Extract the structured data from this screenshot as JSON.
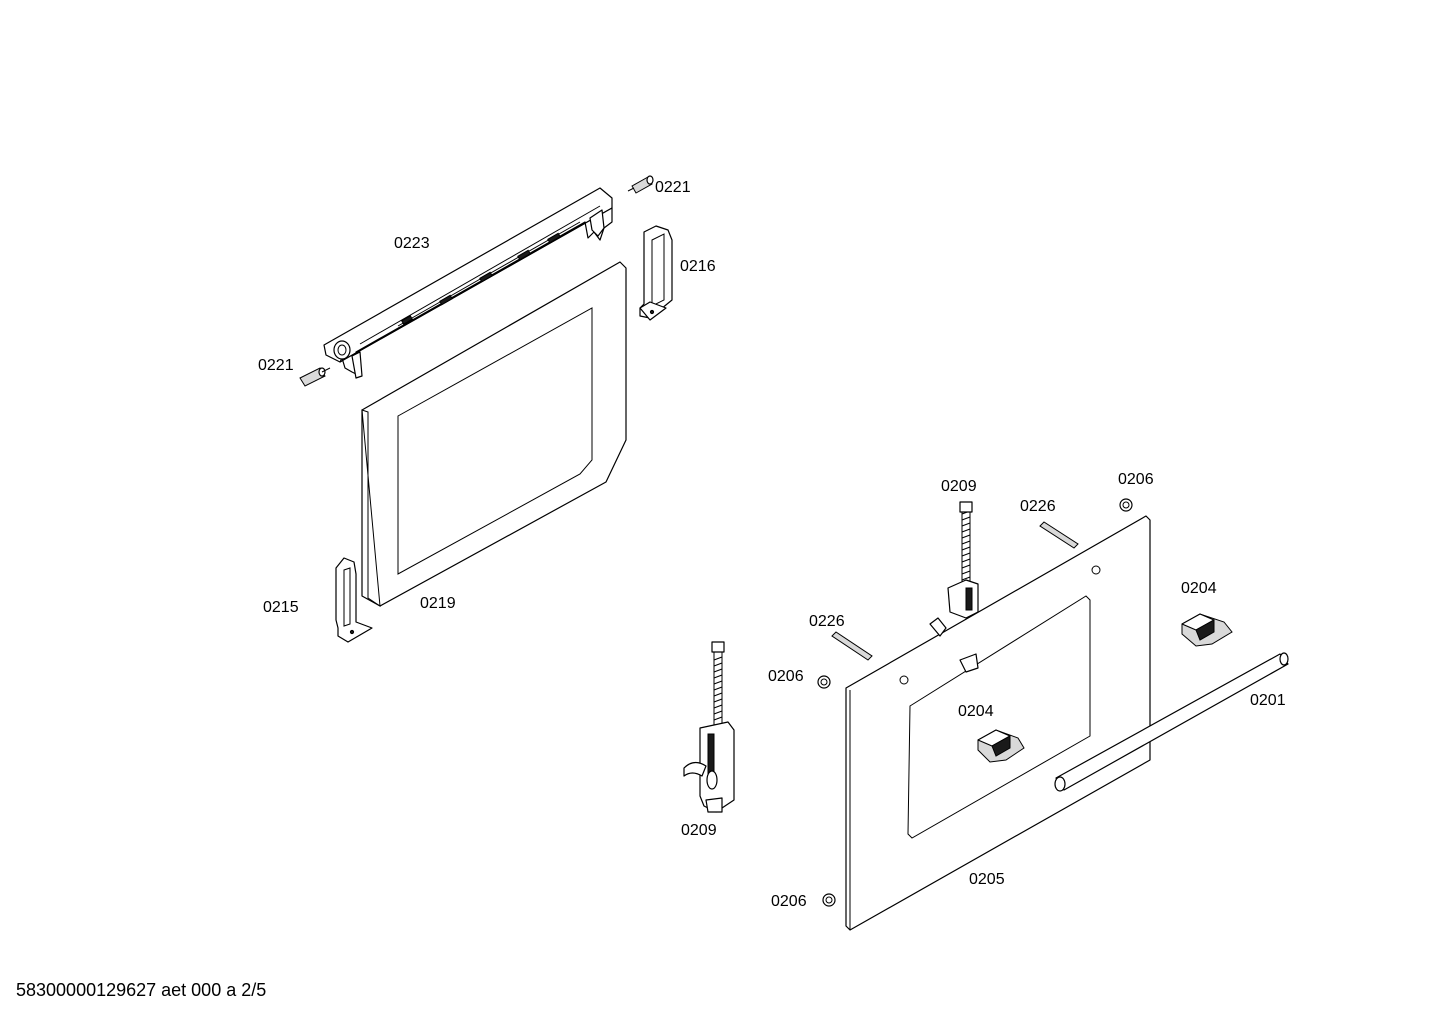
{
  "footer": {
    "text": "58300000129627 aet 000 a 2/5"
  },
  "labels": {
    "l0221a": "0221",
    "l0223": "0223",
    "l0216": "0216",
    "l0221b": "0221",
    "l0215": "0215",
    "l0219": "0219",
    "l0209a": "0209",
    "l0226a": "0226",
    "l0206a": "0206",
    "l0204a": "0204",
    "l0226b": "0226",
    "l0206b": "0206",
    "l0204b": "0204",
    "l0201": "0201",
    "l0209b": "0209",
    "l0205": "0205",
    "l0206c": "0206"
  }
}
